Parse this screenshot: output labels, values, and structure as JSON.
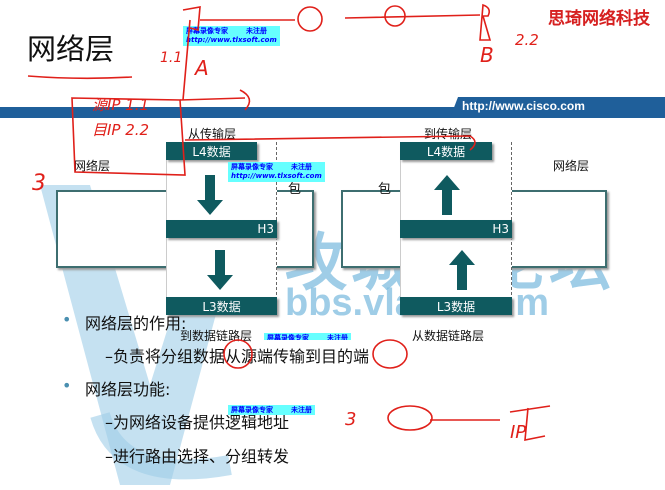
{
  "brand": "思琦网络科技",
  "title": "网络层",
  "header_url": "http://www.cisco.com",
  "watermark": {
    "forum": "攻城狮论坛",
    "url": "bbs.vlan5.com"
  },
  "recorder_overlay": {
    "name": "屏幕录像专家",
    "status": "未注册",
    "url": "http://www.tlxsoft.com"
  },
  "diagram": {
    "left": {
      "box_label": "网络层",
      "packet": "包",
      "top_label": "从传输层",
      "bottom_label": "到数据链路层",
      "l4": "L4数据",
      "h3": "H3",
      "l3": "L3数据"
    },
    "right": {
      "box_label": "网络层",
      "packet": "包",
      "top_label": "到传输层",
      "bottom_label": "从数据链路层",
      "l4": "L4数据",
      "h3": "H3",
      "l3": "L3数据"
    }
  },
  "bullets": [
    {
      "text": "网络层的作用:",
      "subs": [
        "–负责将分组数据从源端传输到目的端"
      ]
    },
    {
      "text": "网络层功能:",
      "subs": [
        "–为网络设备提供逻辑地址",
        "–进行路由选择、分组转发"
      ]
    }
  ],
  "annotations": {
    "a": "1.1",
    "a_label": "A",
    "b": "2.2",
    "b_label": "B",
    "src": "源IP 1.1",
    "dst": "目IP 2.2",
    "layer": "3",
    "ip": "IP"
  },
  "colors": {
    "band": "#1f5f9a",
    "bar": "#0f5a5f",
    "ink": "#e0201a",
    "brand": "#d62020"
  }
}
